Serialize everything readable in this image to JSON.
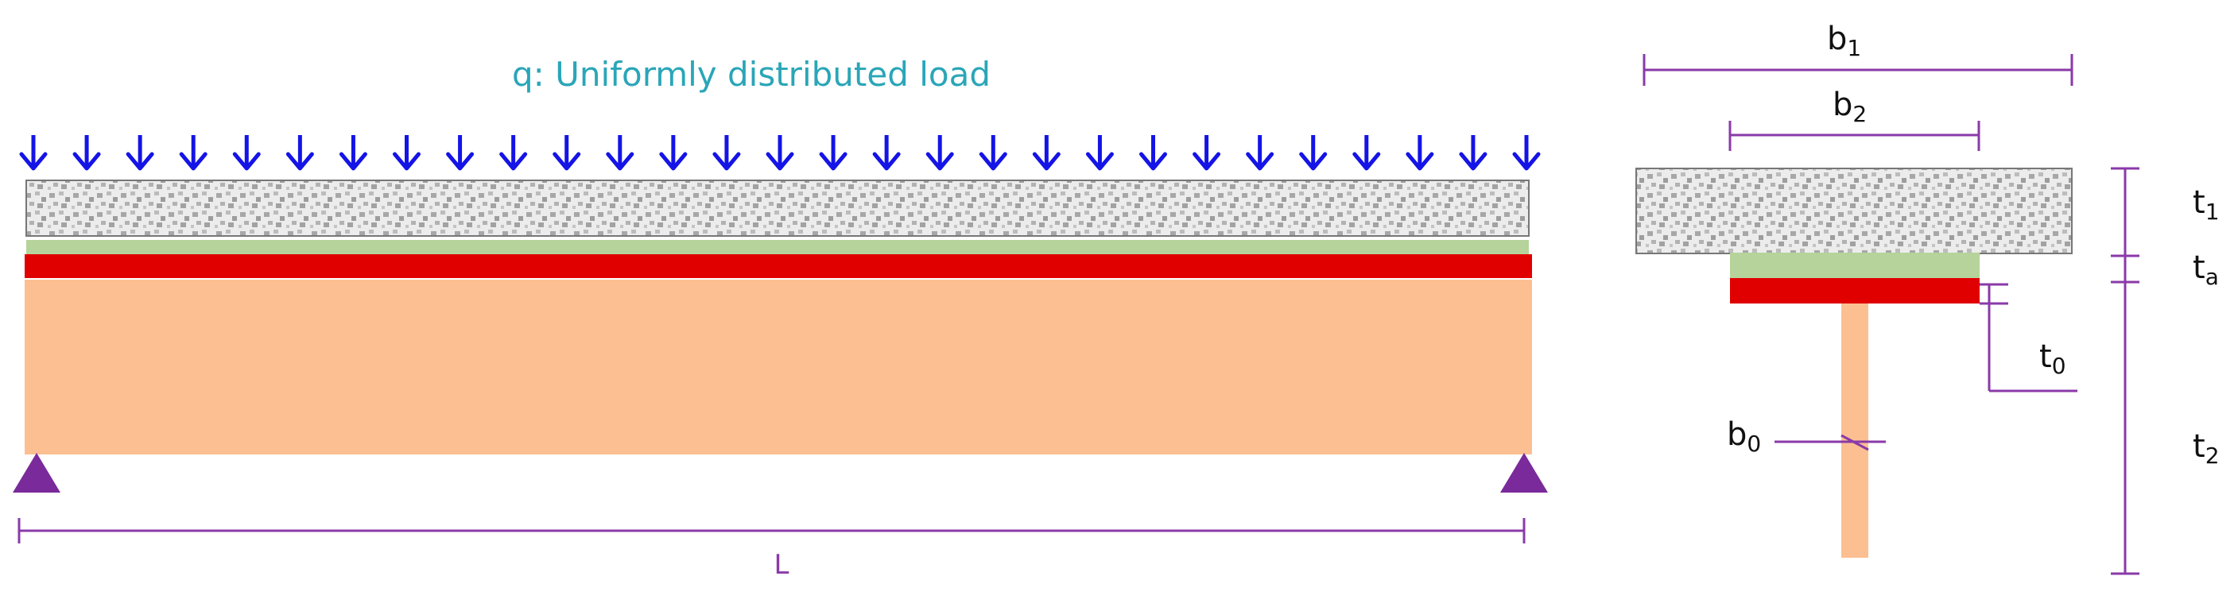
{
  "load": {
    "title": "q: Uniformly distributed load",
    "arrow_count": 29
  },
  "span": {
    "label": "L"
  },
  "section": {
    "b1": {
      "main": "b",
      "sub": "1"
    },
    "b2": {
      "main": "b",
      "sub": "2"
    },
    "b0": {
      "main": "b",
      "sub": "0"
    },
    "t1": {
      "main": "t",
      "sub": "1"
    },
    "ta": {
      "main": "t",
      "sub": "a"
    },
    "t0": {
      "main": "t",
      "sub": "0"
    },
    "t2": {
      "main": "t",
      "sub": "2"
    }
  },
  "colors": {
    "arrow": "#1414e6",
    "slab": "#d9d9d9",
    "adhesive": "#b5d39a",
    "steel_plate": "#e00000",
    "timber": "#fcbf91",
    "dimension": "#8a3aa8",
    "support": "#7a2a9a",
    "title": "#2aa6b8"
  }
}
